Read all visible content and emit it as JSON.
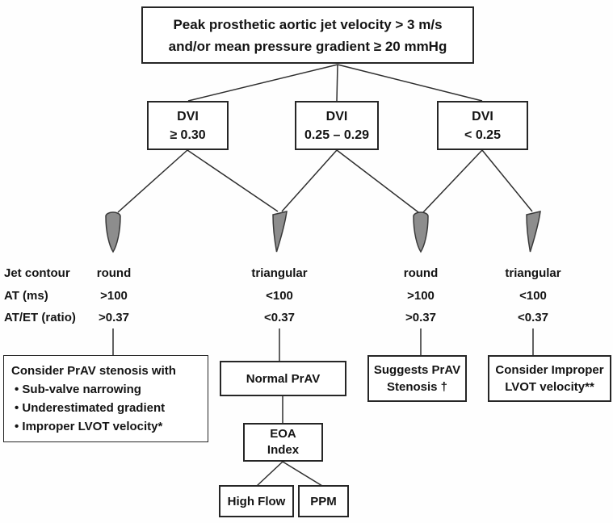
{
  "title_box": {
    "line1": "Peak prosthetic aortic jet velocity > 3 m/s",
    "line2": "and/or mean pressure gradient ≥ 20 mmHg"
  },
  "dvi_boxes": [
    {
      "label": "DVI",
      "value": "≥ 0.30"
    },
    {
      "label": "DVI",
      "value": "0.25 – 0.29"
    },
    {
      "label": "DVI",
      "value": "< 0.25"
    }
  ],
  "row_labels": {
    "jet_contour": "Jet contour",
    "at": "AT (ms)",
    "at_et": "AT/ET (ratio)"
  },
  "columns": [
    {
      "jet_contour": "round",
      "at": ">100",
      "at_et": ">0.37"
    },
    {
      "jet_contour": "triangular",
      "at": "<100",
      "at_et": "<0.37"
    },
    {
      "jet_contour": "round",
      "at": ">100",
      "at_et": ">0.37"
    },
    {
      "jet_contour": "triangular",
      "at": "<100",
      "at_et": "<0.37"
    }
  ],
  "icons": {
    "col1": "round-jet-contour-icon",
    "col2": "triangular-jet-contour-icon",
    "col3": "round-jet-contour-icon",
    "col4": "triangular-jet-contour-icon"
  },
  "result_boxes": {
    "consider_stenosis": {
      "title": "Consider PrAV stenosis with",
      "bullets": [
        "• Sub-valve narrowing",
        "• Underestimated gradient",
        "• Improper LVOT velocity*"
      ]
    },
    "normal_prav": "Normal PrAV",
    "eoa_index": {
      "line1": "EOA",
      "line2": "Index"
    },
    "high_flow": "High Flow",
    "ppm": "PPM",
    "suggests_stenosis": {
      "line1": "Suggests PrAV",
      "line2": "Stenosis †"
    },
    "improper_lvot": {
      "line1": "Consider Improper",
      "line2": "LVOT velocity**"
    }
  },
  "colors": {
    "jet_icon_fill": "#8d8d8d",
    "line_color": "#2e2e2e",
    "border_color": "#262626"
  }
}
